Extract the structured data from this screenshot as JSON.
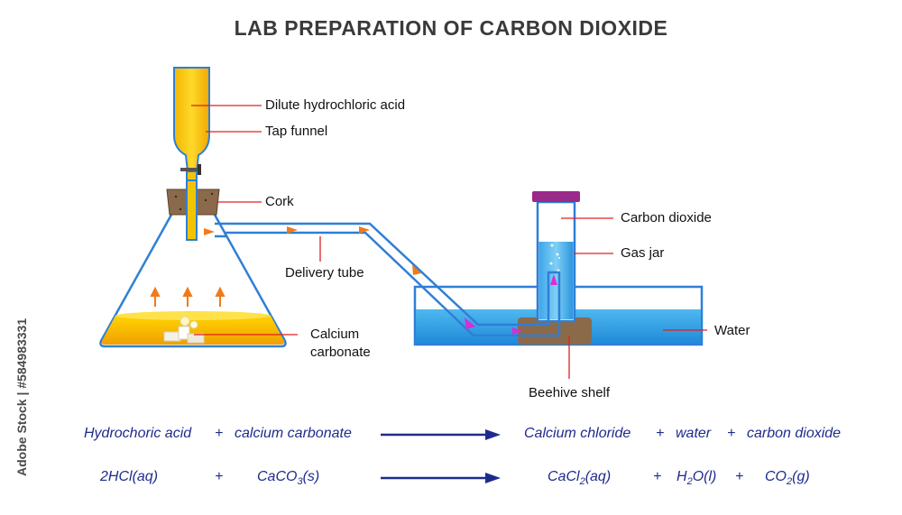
{
  "title": "LAB PREPARATION OF CARBON DIOXIDE",
  "labels": {
    "acid": "Dilute hydrochloric acid",
    "funnel": "Tap funnel",
    "cork": "Cork",
    "delivery_tube": "Delivery tube",
    "calcium_carbonate_1": "Calcium",
    "calcium_carbonate_2": "carbonate",
    "carbon_dioxide": "Carbon dioxide",
    "gas_jar": "Gas jar",
    "water": "Water",
    "beehive_shelf": "Beehive shelf"
  },
  "word_equation": {
    "reactant_1": "Hydrochoric acid",
    "plus_1": "+",
    "reactant_2": "calcium carbonate",
    "product_1": "Calcium chloride",
    "plus_2": "+",
    "product_2": "water",
    "plus_3": "+",
    "product_3": "carbon dioxide"
  },
  "formula_equation": {
    "r1": "2HCl(aq)",
    "plus_1": "+",
    "r2_main": "CaCO",
    "r2_sub": "3",
    "r2_state": "(s)",
    "p1_main": "CaCl",
    "p1_sub": "2",
    "p1_state": "(aq)",
    "plus_2": "+",
    "p2_main": "H",
    "p2_sub": "2",
    "p2_state": "O(l)",
    "plus_3": "+",
    "p3_main": "CO",
    "p3_sub": "2",
    "p3_state": "(g)"
  },
  "credit": "Adobe Stock | #584983331",
  "colors": {
    "outline": "#2f7fd6",
    "acid_yellow": "#f5c400",
    "water_blue": "#2fa3e6",
    "cork_brown": "#8a6a4a",
    "arrow_orange": "#f07a1a",
    "arrow_magenta": "#d62fd6",
    "leader_red": "#e02020",
    "equation_blue": "#1f2b8c",
    "lid_purple": "#9a2a8a"
  }
}
